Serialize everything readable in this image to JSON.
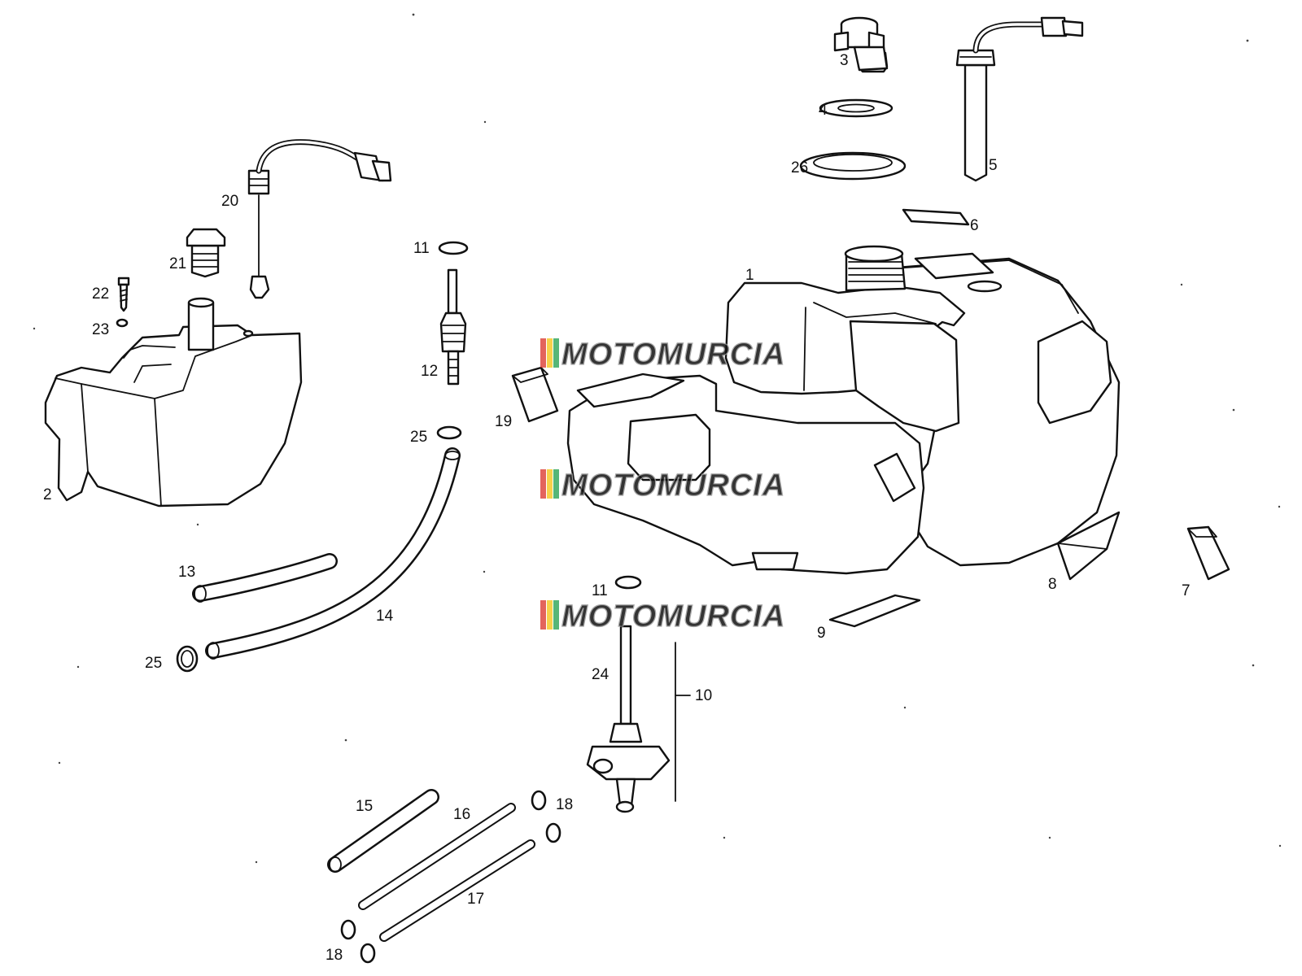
{
  "watermark": {
    "text": "MOTOMURCIA",
    "stripe_colors": [
      "#d93025",
      "#f4c20d",
      "#1e9e4a"
    ]
  },
  "callouts": {
    "c1": "1",
    "c2": "2",
    "c3": "3",
    "c4": "4",
    "c5": "5",
    "c6": "6",
    "c7": "7",
    "c8": "8",
    "c9": "9",
    "c10": "10",
    "c11a": "11",
    "c11b": "11",
    "c12": "12",
    "c13": "13",
    "c14": "14",
    "c15": "15",
    "c16": "16",
    "c17": "17",
    "c18a": "18",
    "c18b": "18",
    "c19": "19",
    "c20": "20",
    "c21": "21",
    "c22": "22",
    "c23": "23",
    "c24": "24",
    "c25a": "25",
    "c25b": "25",
    "c26": "26"
  },
  "parts": [
    {
      "id": "1",
      "name": "fuel-tank"
    },
    {
      "id": "2",
      "name": "oil-tank"
    },
    {
      "id": "3",
      "name": "filler-cap"
    },
    {
      "id": "4",
      "name": "gasket"
    },
    {
      "id": "5",
      "name": "fuel-level-sender"
    },
    {
      "id": "6",
      "name": "rubber-pad"
    },
    {
      "id": "7",
      "name": "rubber-pad"
    },
    {
      "id": "8",
      "name": "rubber-pad"
    },
    {
      "id": "9",
      "name": "rubber-pad"
    },
    {
      "id": "10",
      "name": "fuel-tap-assembly"
    },
    {
      "id": "11",
      "name": "hose-clamp"
    },
    {
      "id": "12",
      "name": "oil-filter"
    },
    {
      "id": "13",
      "name": "hose"
    },
    {
      "id": "14",
      "name": "hose"
    },
    {
      "id": "15",
      "name": "hose"
    },
    {
      "id": "16",
      "name": "hose"
    },
    {
      "id": "17",
      "name": "hose"
    },
    {
      "id": "18",
      "name": "hose-clamp"
    },
    {
      "id": "19",
      "name": "rubber-pad"
    },
    {
      "id": "20",
      "name": "oil-level-sensor"
    },
    {
      "id": "21",
      "name": "oil-tank-cap"
    },
    {
      "id": "22",
      "name": "screw"
    },
    {
      "id": "23",
      "name": "washer"
    },
    {
      "id": "24",
      "name": "fuel-pickup-tube"
    },
    {
      "id": "25",
      "name": "hose-clamp"
    },
    {
      "id": "26",
      "name": "seal-ring"
    }
  ]
}
